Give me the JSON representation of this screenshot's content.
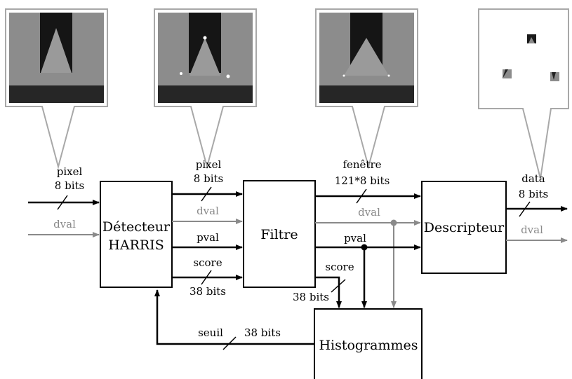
{
  "colors": {
    "signal_black": "#000000",
    "signal_grey": "#8a8a8a",
    "callout_border": "#a8a8a8",
    "image_background": "#8c8c8c",
    "image_shape": "#151515",
    "image_band": "#262626",
    "image_triangle": "#9a9a9a"
  },
  "blocks": {
    "harris_line1": "Détecteur",
    "harris_line2": "HARRIS",
    "filtre": "Filtre",
    "descripteur": "Descripteur",
    "histogrammes": "Histogrammes"
  },
  "signals": {
    "in_pixel": "pixel",
    "in_pixel_bits": "8 bits",
    "in_dval": "dval",
    "h_pixel": "pixel",
    "h_pixel_bits": "8 bits",
    "h_dval": "dval",
    "h_pval": "pval",
    "h_score": "score",
    "h_score_bits": "38 bits",
    "f_fenetre": "fenêtre",
    "f_fenetre_bits": "121*8 bits",
    "f_dval": "dval",
    "f_pval": "pval",
    "f_score": "score",
    "f_score_bits": "38 bits",
    "out_data": "data",
    "out_data_bits": "8 bits",
    "out_dval": "dval",
    "seuil": "seuil",
    "seuil_bits": "38 bits"
  },
  "thumbnails": [
    {
      "name": "input-image",
      "icon": "grey-image-with-dark-notch-icon"
    },
    {
      "name": "harris-corners-image",
      "icon": "corner-points-image-icon"
    },
    {
      "name": "filtered-corners-image",
      "icon": "filtered-corners-image-icon"
    },
    {
      "name": "descriptor-patches-image",
      "icon": "three-patches-image-icon"
    }
  ]
}
